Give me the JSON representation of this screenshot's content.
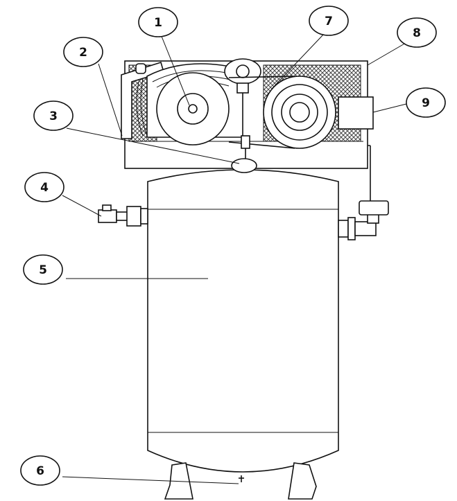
{
  "callouts": [
    {
      "id": "1",
      "label": "1"
    },
    {
      "id": "2",
      "label": "2"
    },
    {
      "id": "3",
      "label": "3"
    },
    {
      "id": "4",
      "label": "4"
    },
    {
      "id": "5",
      "label": "5"
    },
    {
      "id": "6",
      "label": "6"
    },
    {
      "id": "7",
      "label": "7"
    },
    {
      "id": "8",
      "label": "8"
    },
    {
      "id": "9",
      "label": "9"
    }
  ],
  "colors": {
    "line": "#111111",
    "background": "#ffffff",
    "mesh": "#555555"
  }
}
